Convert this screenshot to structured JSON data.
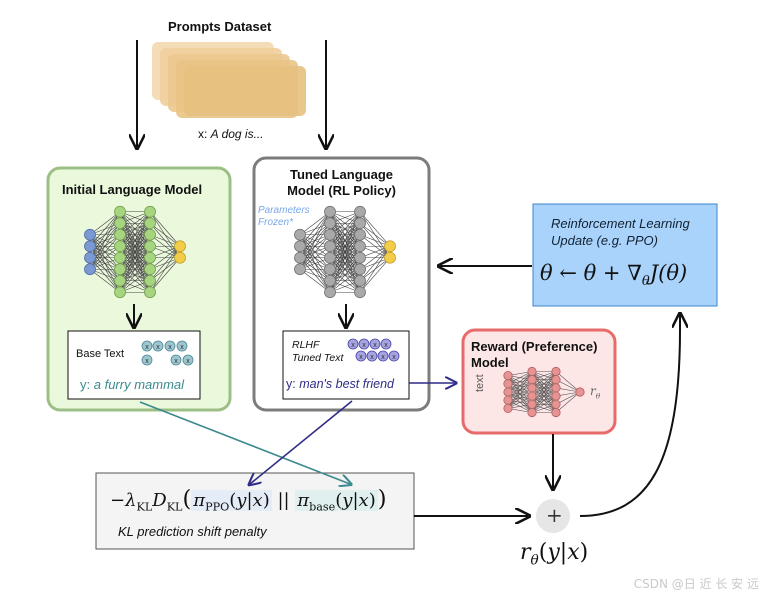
{
  "prompts": {
    "title": "Prompts Dataset",
    "example_prefix": "x: ",
    "example_text": "A dog is..."
  },
  "initial_lm": {
    "title": "Initial Language Model",
    "output_label": "Base Text",
    "output_prefix": "y: ",
    "output_text": "a furry mammal"
  },
  "tuned_lm": {
    "title_line1": "Tuned Language",
    "title_line2": "Model (RL Policy)",
    "frozen_line1": "Parameters",
    "frozen_line2": "Frozen*",
    "output_label_line1": "RLHF",
    "output_label_line2": "Tuned Text",
    "output_prefix": "y: ",
    "output_text": "man's best friend"
  },
  "reward_model": {
    "title_line1": "Reward (Preference)",
    "title_line2": "Model",
    "input_label": "text",
    "output_symbol": "rθ"
  },
  "rl_update": {
    "line1": "Reinforcement Learning",
    "line2": "Update (e.g. PPO)",
    "equation": "θ ← θ + ∇θJ(θ)"
  },
  "kl_penalty": {
    "formula": "−λKL DKL(πPPO(y|x) || πbase(y|x))",
    "caption": "KL prediction shift penalty"
  },
  "sum_node": {
    "symbol": "+",
    "label": "rθ(y|x)"
  },
  "token_glyph": "x",
  "watermark": "CSDN @日 近 长 安 远",
  "colors": {
    "green_box_bg": "#eaf8dc",
    "green_box_border": "#9cbf86",
    "gray_box_bg": "#ffffff",
    "gray_box_border": "#7c7c7c",
    "pink_box_bg": "#fde6e6",
    "pink_box_border": "#e86b6b",
    "blue_box_bg": "#a9d3fb",
    "blue_box_border": "#3a86c8",
    "teal_arrow": "#3c8a8e",
    "navy_arrow": "#2f2c86",
    "frozen_text": "#7aa6e8"
  }
}
